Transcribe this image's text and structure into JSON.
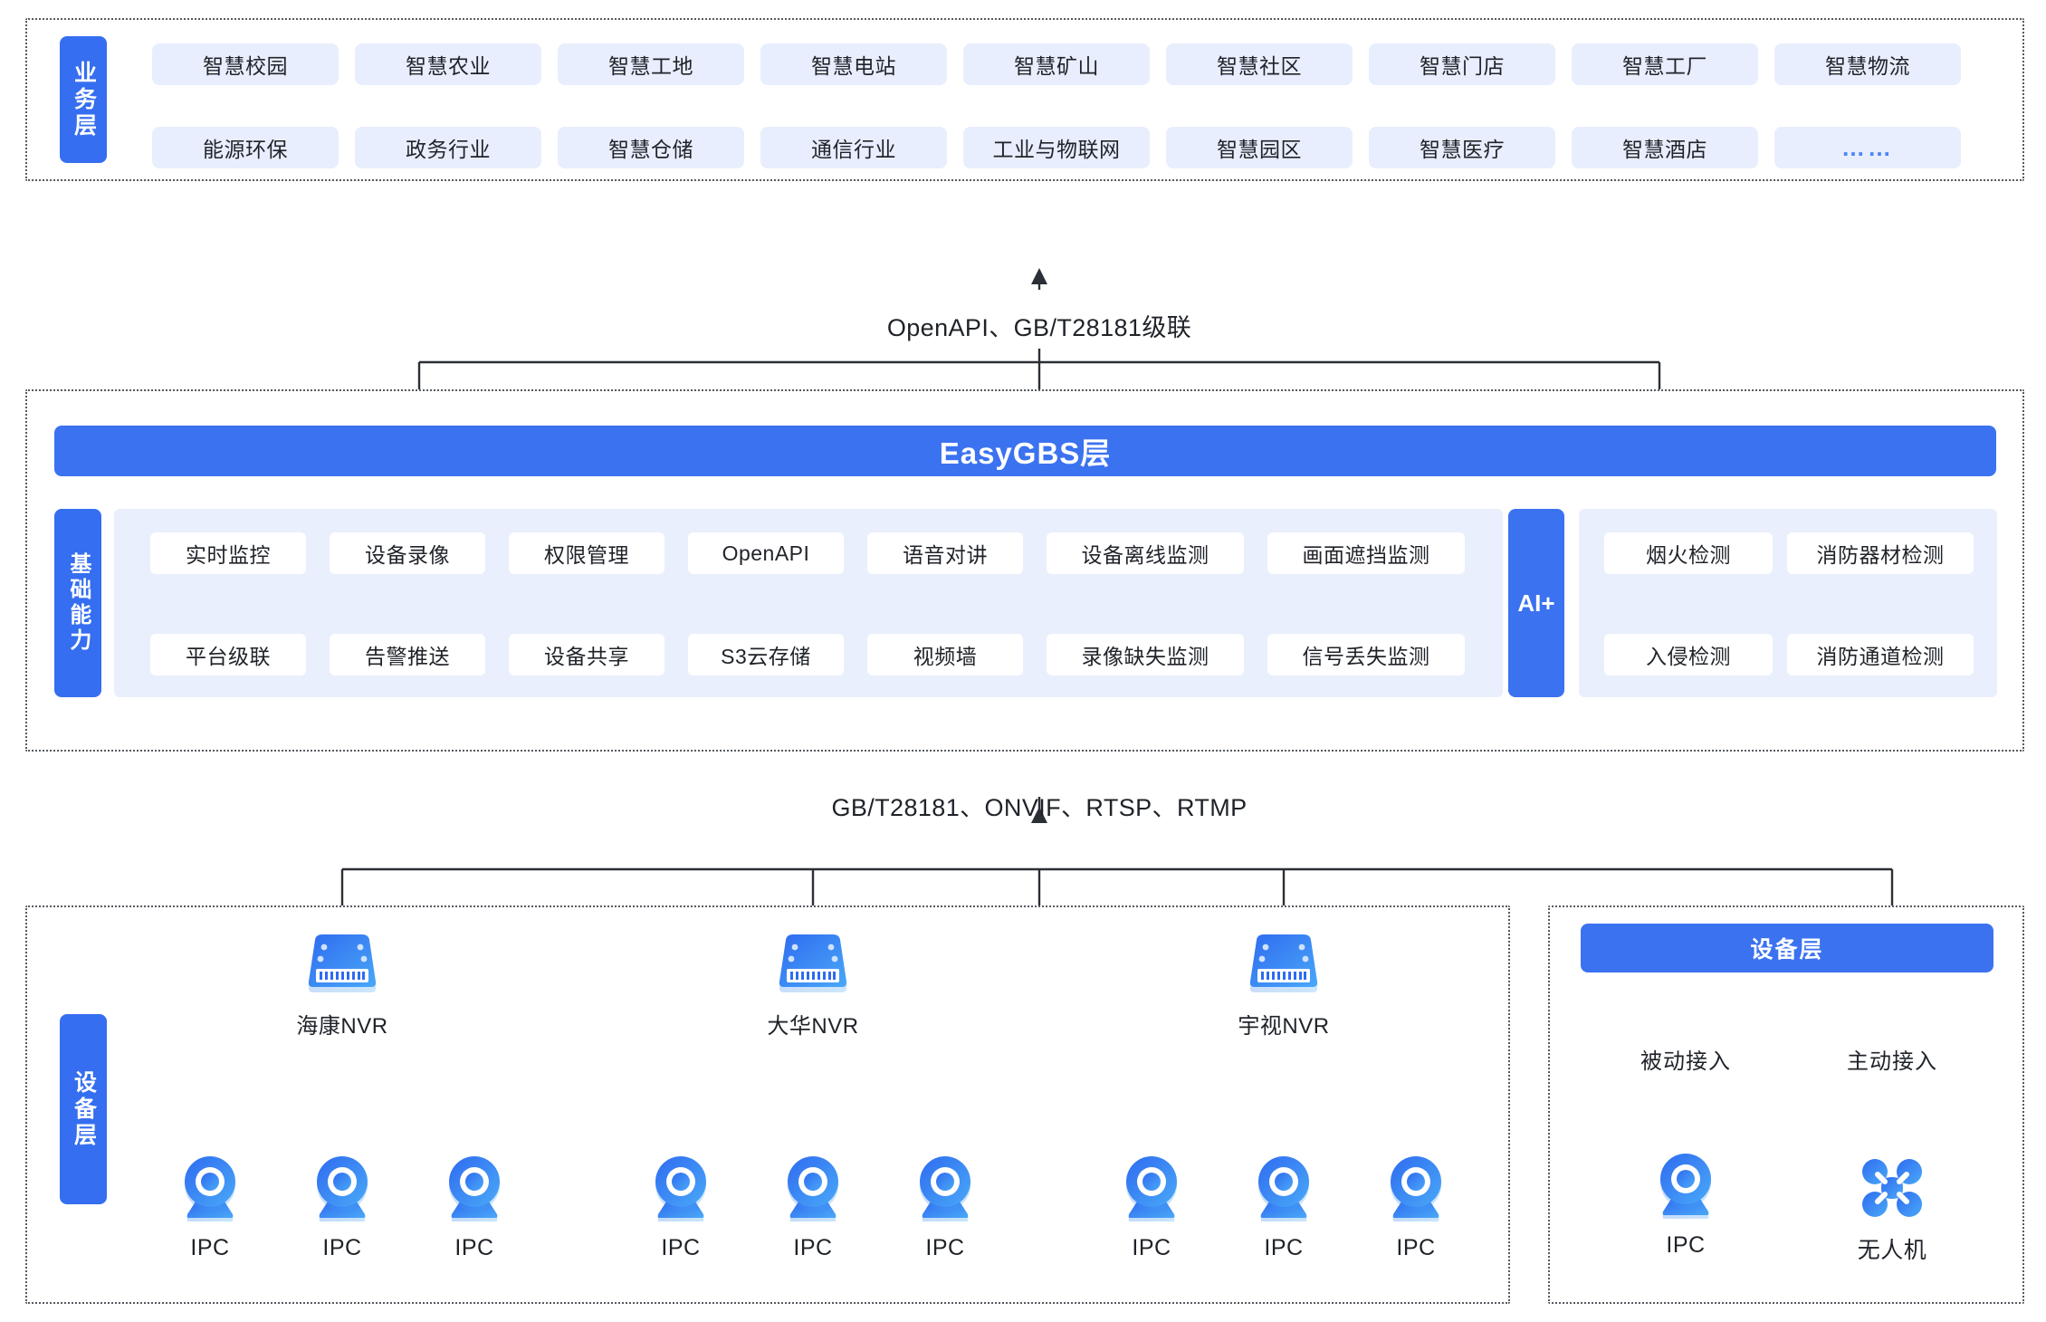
{
  "business_layer": {
    "tab_label": "业务层",
    "row1": [
      "智慧校园",
      "智慧农业",
      "智慧工地",
      "智慧电站",
      "智慧矿山",
      "智慧社区",
      "智慧门店",
      "智慧工厂",
      "智慧物流"
    ],
    "row2": [
      "能源环保",
      "政务行业",
      "智慧仓储",
      "通信行业",
      "工业与物联网",
      "智慧园区",
      "智慧医疗",
      "智慧酒店",
      "……"
    ]
  },
  "connector_top": "OpenAPI、GB/T28181级联",
  "platform": {
    "title": "EasyGBS层",
    "capability_tab_label": "基础能力",
    "capabilities_row1": [
      "实时监控",
      "设备录像",
      "权限管理",
      "OpenAPI",
      "语音对讲",
      "设备离线监测",
      "画面遮挡监测"
    ],
    "capabilities_row2": [
      "平台级联",
      "告警推送",
      "设备共享",
      "S3云存储",
      "视频墙",
      "录像缺失监测",
      "信号丢失监测"
    ],
    "ai_tab_label": "AI+",
    "ai_row1": [
      "烟火检测",
      "消防器材检测"
    ],
    "ai_row2": [
      "入侵检测",
      "消防通道检测"
    ]
  },
  "connector_bottom": "GB/T28181、ONVIF、RTSP、RTMP",
  "device_layer": {
    "tab_label": "设备层",
    "nvr_groups": [
      {
        "nvr_label": "海康NVR",
        "cameras": [
          "IPC",
          "IPC",
          "IPC"
        ]
      },
      {
        "nvr_label": "大华NVR",
        "cameras": [
          "IPC",
          "IPC",
          "IPC"
        ]
      },
      {
        "nvr_label": "宇视NVR",
        "cameras": [
          "IPC",
          "IPC",
          "IPC"
        ]
      }
    ],
    "right_panel": {
      "bar_label": "设备层",
      "access_modes": [
        "被动接入",
        "主动接入"
      ],
      "devices": [
        "IPC",
        "无人机"
      ]
    }
  },
  "colors": {
    "brand_blue": "#3b72f0",
    "chip_bg": "#e8eefd",
    "panel_bg": "#e9effc",
    "text": "#1f2329",
    "wire": "#2b2f36",
    "dashed_border": "#555a60"
  }
}
